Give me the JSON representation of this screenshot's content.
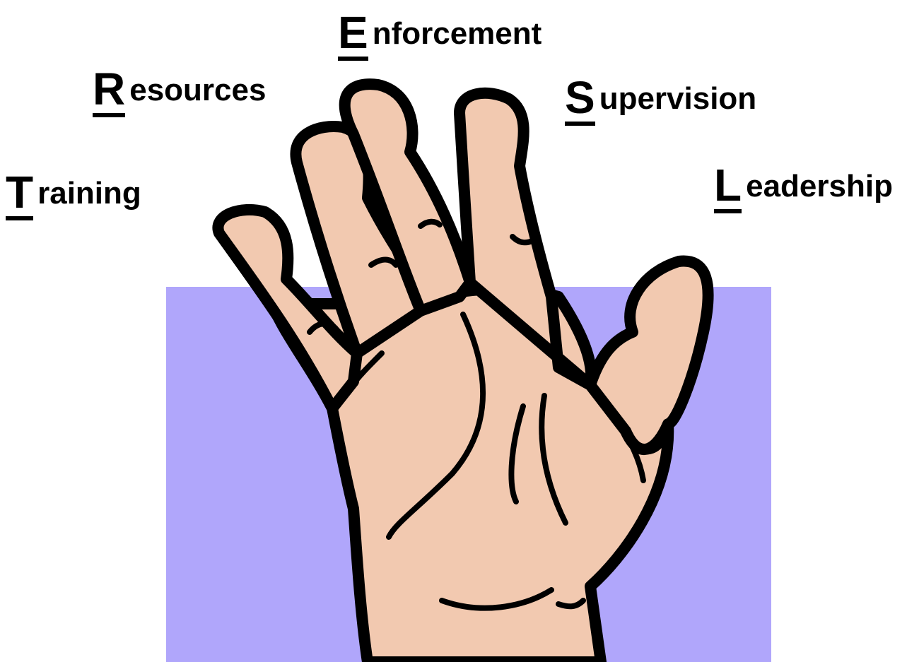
{
  "words": [
    {
      "initial": "T",
      "rest": "raining"
    },
    {
      "initial": "R",
      "rest": "esources"
    },
    {
      "initial": "E",
      "rest": "nforcement"
    },
    {
      "initial": "S",
      "rest": "upervision"
    },
    {
      "initial": "L",
      "rest": "eadership"
    }
  ],
  "colors": {
    "backdrop": "#b0a6fb",
    "skin": "#f2c9b0",
    "outline": "#000000"
  },
  "icons": {
    "hand": "open-hand-palm"
  }
}
